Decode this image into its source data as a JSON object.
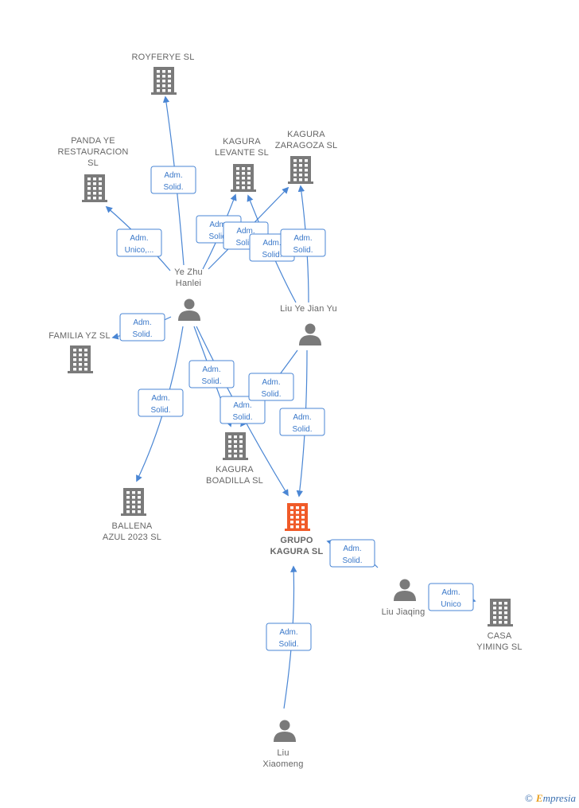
{
  "nodes": [
    {
      "id": "royferye",
      "kind": "company",
      "lines": [
        "ROYFERYE  SL"
      ]
    },
    {
      "id": "panda",
      "kind": "company",
      "lines": [
        "PANDA YE",
        "RESTAURACION",
        "SL"
      ]
    },
    {
      "id": "levante",
      "kind": "company",
      "lines": [
        "KAGURA",
        "LEVANTE  SL"
      ]
    },
    {
      "id": "zaragoza",
      "kind": "company",
      "lines": [
        "KAGURA",
        "ZARAGOZA  SL"
      ]
    },
    {
      "id": "yezhu",
      "kind": "person",
      "lines": [
        "Ye Zhu",
        "Hanlei"
      ]
    },
    {
      "id": "liuye",
      "kind": "person",
      "lines": [
        "Liu Ye Jian Yu"
      ]
    },
    {
      "id": "familia",
      "kind": "company",
      "lines": [
        "FAMILIA YZ  SL"
      ]
    },
    {
      "id": "boadilla",
      "kind": "company",
      "lines": [
        "KAGURA",
        "BOADILLA  SL"
      ]
    },
    {
      "id": "ballena",
      "kind": "company",
      "lines": [
        "BALLENA",
        "AZUL 2023  SL"
      ]
    },
    {
      "id": "grupo",
      "kind": "main",
      "lines": [
        "GRUPO",
        "KAGURA  SL"
      ]
    },
    {
      "id": "jiaqing",
      "kind": "person",
      "lines": [
        "Liu Jiaqing"
      ]
    },
    {
      "id": "casa",
      "kind": "company",
      "lines": [
        "CASA",
        "YIMING  SL"
      ]
    },
    {
      "id": "xiaomeng",
      "kind": "person",
      "lines": [
        "Liu",
        "Xiaomeng"
      ]
    }
  ],
  "edges": [
    {
      "from": "yezhu",
      "to": "royferye",
      "lines": [
        "Adm.",
        "Solid."
      ]
    },
    {
      "from": "yezhu",
      "to": "panda",
      "lines": [
        "Adm.",
        "Unico,..."
      ]
    },
    {
      "from": "yezhu",
      "to": "levante",
      "lines": [
        "Adm.",
        "Solid."
      ]
    },
    {
      "from": "yezhu",
      "to": "zaragoza",
      "lines": [
        "Adm.",
        "Solid."
      ]
    },
    {
      "from": "liuye",
      "to": "levante",
      "lines": [
        "Adm.",
        "Solid."
      ]
    },
    {
      "from": "liuye",
      "to": "zaragoza",
      "lines": [
        "Adm.",
        "Solid."
      ]
    },
    {
      "from": "yezhu",
      "to": "familia",
      "lines": [
        "Adm.",
        "Solid."
      ]
    },
    {
      "from": "yezhu",
      "to": "ballena",
      "lines": [
        "Adm.",
        "Solid."
      ]
    },
    {
      "from": "yezhu",
      "to": "boadilla",
      "lines": [
        "Adm.",
        "Solid."
      ]
    },
    {
      "from": "yezhu",
      "to": "grupo",
      "lines": [
        "Adm.",
        "Solid."
      ]
    },
    {
      "from": "liuye",
      "to": "boadilla",
      "lines": [
        "Adm.",
        "Solid."
      ]
    },
    {
      "from": "liuye",
      "to": "grupo",
      "lines": [
        "Adm.",
        "Solid."
      ]
    },
    {
      "from": "jiaqing",
      "to": "grupo",
      "lines": [
        "Adm.",
        "Solid."
      ]
    },
    {
      "from": "jiaqing",
      "to": "casa",
      "lines": [
        "Adm.",
        "Unico"
      ]
    },
    {
      "from": "xiaomeng",
      "to": "grupo",
      "lines": [
        "Adm.",
        "Solid."
      ]
    }
  ],
  "brand": {
    "copyright": "©",
    "name_initial": "E",
    "name_rest": "mpresia"
  }
}
